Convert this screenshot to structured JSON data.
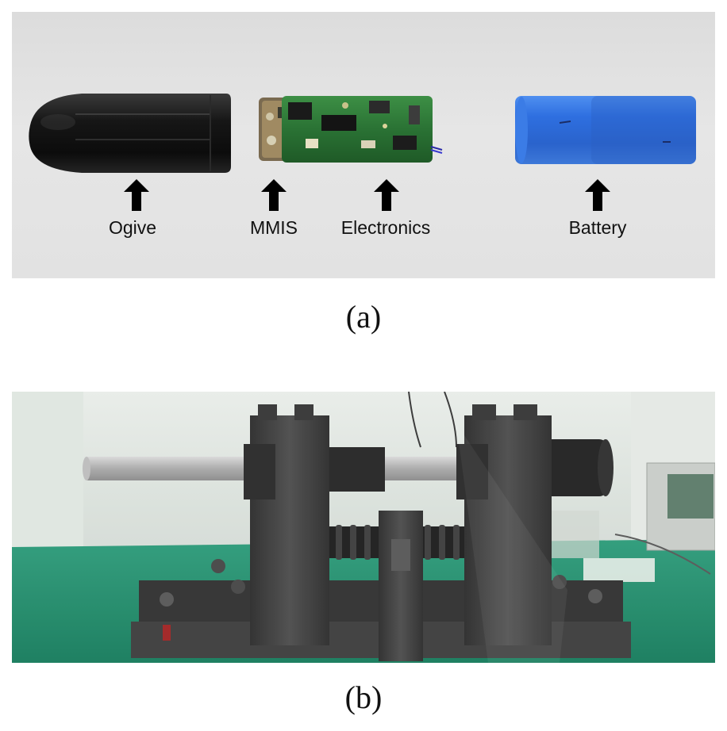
{
  "panel_a": {
    "caption": "(a)",
    "labels": {
      "ogive": "Ogive",
      "mmis": "MMIS",
      "electronics": "Electronics",
      "battery": "Battery"
    }
  },
  "panel_b": {
    "caption": "(b)"
  },
  "colors": {
    "background": "#dedede",
    "ogive": "#1a1a1a",
    "pcb": "#2c7a3a",
    "battery": "#2f6fd8",
    "table_green": "#1d8a6a"
  }
}
